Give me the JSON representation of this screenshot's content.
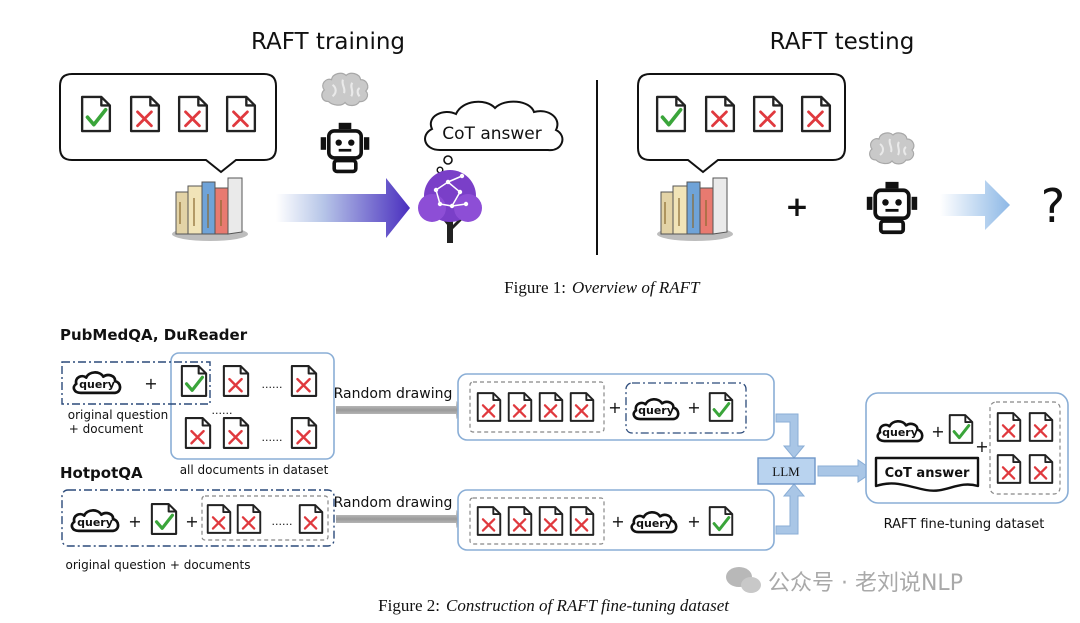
{
  "fig1": {
    "training_title": "RAFT training",
    "testing_title": "RAFT testing",
    "cot_cloud": "CoT answer",
    "plus": "+",
    "question_mark": "?",
    "caption_prefix": "Figure 1:",
    "caption_title": "Overview of RAFT"
  },
  "fig2": {
    "pubmed_title": "PubMedQA, DuReader",
    "hotpot_title": "HotpotQA",
    "query_label": "query",
    "plus": "+",
    "ellipsis": "......",
    "orig_q_doc_line1": "original question",
    "orig_q_doc_line2": "+ document",
    "all_docs_label": "all documents in dataset",
    "orig_q_docs": "original question + documents",
    "random_drawing_1": "Random drawing",
    "random_drawing_2": "Random drawing",
    "llm_label": "LLM",
    "cot_answer": "CoT answer",
    "dataset_label": "RAFT fine-tuning dataset",
    "caption_prefix": "Figure 2:",
    "caption_title": "Construction of RAFT fine-tuning dataset"
  },
  "watermark": "公众号 · 老刘说NLP",
  "colors": {
    "check": "#3aa53a",
    "cross": "#e0393e",
    "frame_blue": "#8aaed6",
    "arrow_purple": "#5b3fc4",
    "arrow_light_blue": "#9bc2e6",
    "tree_purple": "#7a3fc8"
  }
}
